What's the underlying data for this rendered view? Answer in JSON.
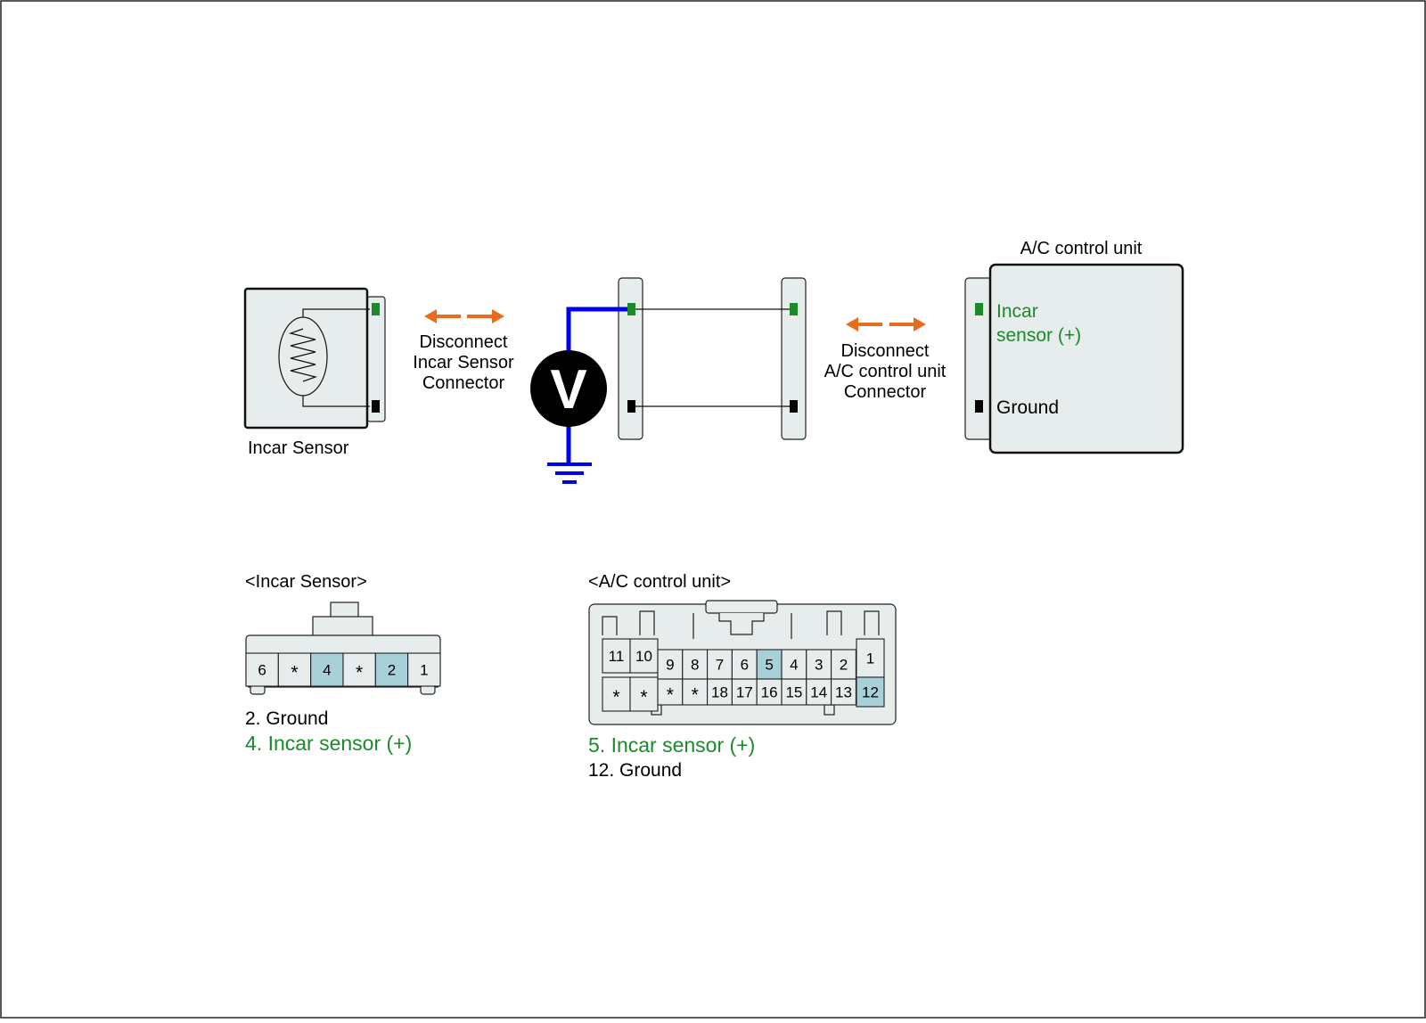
{
  "colors": {
    "green": "#1a8a2a",
    "black": "#000000",
    "blue": "#0000ee",
    "orange": "#ea6a1e",
    "teal": "#a7d0d9",
    "fill": "#e7ecec"
  },
  "incar_sensor": {
    "label": "Incar Sensor"
  },
  "disconnect_incar": {
    "line1": "Disconnect",
    "line2": "Incar Sensor",
    "line3": "Connector"
  },
  "voltmeter": {
    "symbol": "V"
  },
  "disconnect_acu": {
    "line1": "Disconnect",
    "line2": "A/C control unit",
    "line3": "Connector"
  },
  "acu": {
    "title": "A/C control unit",
    "pin_plus_line1": "Incar",
    "pin_plus_line2": "sensor (+)",
    "pin_ground": "Ground"
  },
  "incar_connector": {
    "title": "<Incar Sensor>",
    "pins": [
      "6",
      "*",
      "4",
      "*",
      "2",
      "1"
    ],
    "highlight": [
      "4",
      "2"
    ],
    "legend": [
      {
        "text": "2. Ground",
        "color": "black"
      },
      {
        "text": "4. Incar sensor (+)",
        "color": "green"
      }
    ]
  },
  "acu_connector": {
    "title": "<A/C control unit>",
    "top_left": [
      "11",
      "10"
    ],
    "top_row": [
      "9",
      "8",
      "7",
      "6",
      "5",
      "4",
      "3",
      "2"
    ],
    "top_right": "1",
    "bottom_left": [
      "*",
      "*"
    ],
    "bottom_row": [
      "*",
      "*",
      "18",
      "17",
      "16",
      "15",
      "14",
      "13"
    ],
    "bottom_right": "12",
    "highlight": [
      "5",
      "12"
    ],
    "legend": [
      {
        "text": "5. Incar sensor (+)",
        "color": "green"
      },
      {
        "text": "12. Ground",
        "color": "black"
      }
    ]
  }
}
